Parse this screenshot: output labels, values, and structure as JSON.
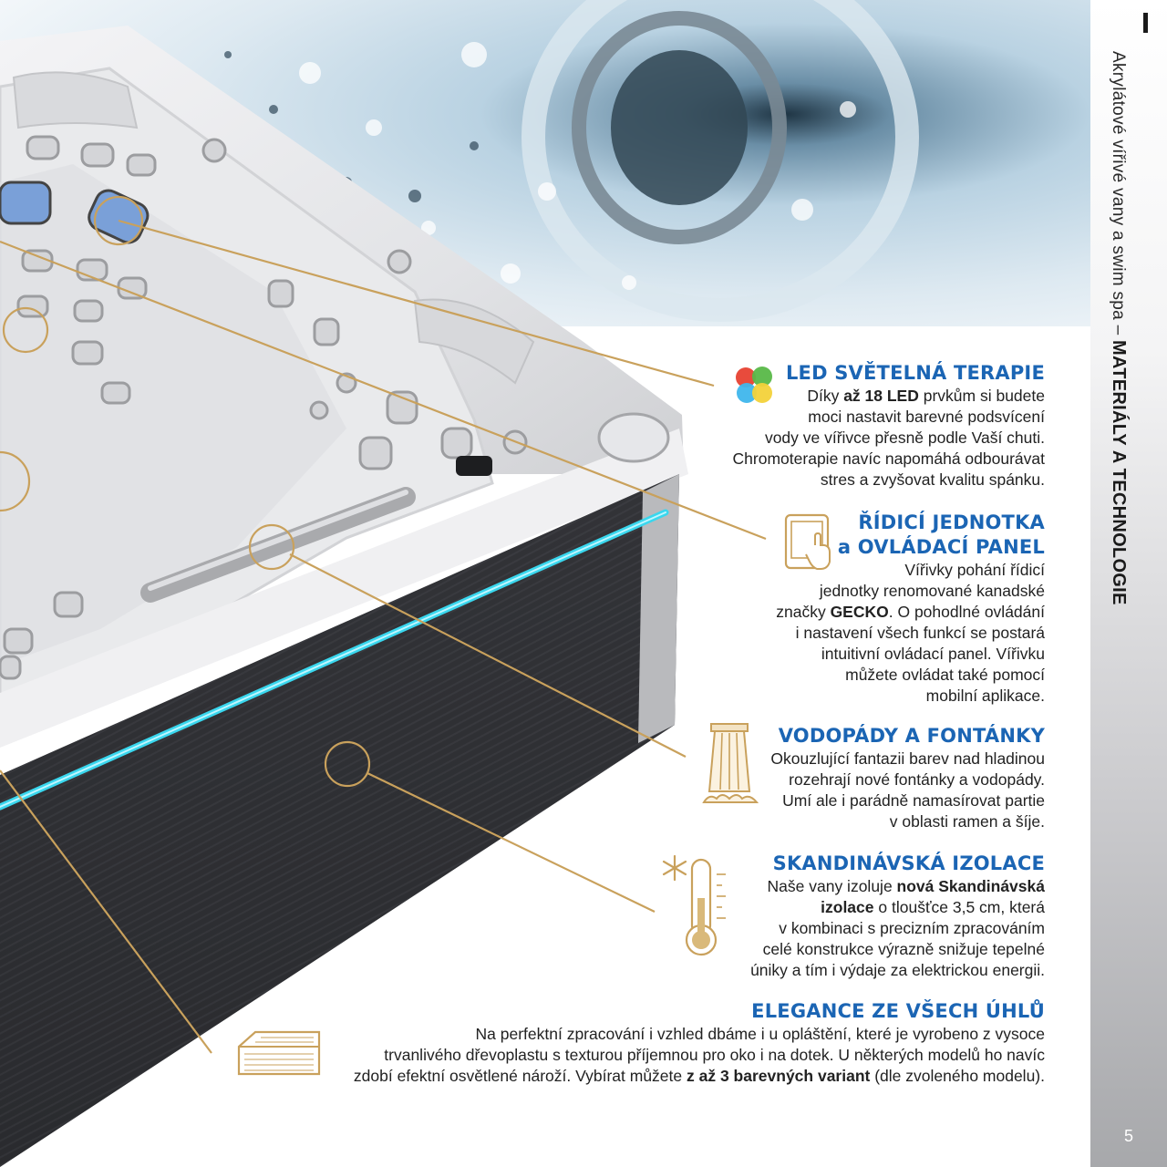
{
  "sidebar": {
    "title_prefix": "Akrylátové vířivé vany a swim spa – ",
    "title_bold": "MATERIÁLY A TECHNOLOGIE",
    "page_number": "5"
  },
  "features": [
    {
      "title": "LED SVĚTELNÁ TERAPIE",
      "icon": "color-circles-icon",
      "lines": [
        [
          {
            "t": "Díky "
          },
          {
            "t": "až 18 LED",
            "b": true
          },
          {
            "t": " prvkům si budete"
          }
        ],
        [
          {
            "t": "moci nastavit barevné podsvícení"
          }
        ],
        [
          {
            "t": "vody ve vířivce přesně podle Vaší chuti."
          }
        ],
        [
          {
            "t": "Chromoterapie navíc napomáhá odbourávat"
          }
        ],
        [
          {
            "t": "stres a zvyšovat kvalitu spánku."
          }
        ]
      ]
    },
    {
      "title_lines": [
        "ŘÍDICÍ JEDNOTKA",
        "a OVLÁDACÍ PANEL"
      ],
      "icon": "tablet-touch-icon",
      "lines": [
        [
          {
            "t": "Vířivky pohání řídicí"
          }
        ],
        [
          {
            "t": "jednotky renomované kanadské"
          }
        ],
        [
          {
            "t": "značky "
          },
          {
            "t": "GECKO",
            "b": true
          },
          {
            "t": ". O pohodlné ovládání"
          }
        ],
        [
          {
            "t": "i nastavení všech funkcí se postará"
          }
        ],
        [
          {
            "t": "intuitivní ovládací panel. Vířivku"
          }
        ],
        [
          {
            "t": "můžete ovládat také pomocí"
          }
        ],
        [
          {
            "t": "mobilní aplikace."
          }
        ]
      ]
    },
    {
      "title": "VODOPÁDY A FONTÁNKY",
      "icon": "waterfall-icon",
      "lines": [
        [
          {
            "t": "Okouzlující fantazii barev nad hladinou"
          }
        ],
        [
          {
            "t": "rozehrají nové fontánky a vodopády."
          }
        ],
        [
          {
            "t": "Umí ale i parádně namasírovat partie"
          }
        ],
        [
          {
            "t": "v oblasti ramen a šíje."
          }
        ]
      ]
    },
    {
      "title": "SKANDINÁVSKÁ IZOLACE",
      "icon": "thermometer-snowflake-icon",
      "lines": [
        [
          {
            "t": "Naše vany izoluje "
          },
          {
            "t": "nová Skandinávská",
            "b": true
          }
        ],
        [
          {
            "t": "izolace",
            "b": true
          },
          {
            "t": " o tloušťce 3,5 cm, která"
          }
        ],
        [
          {
            "t": "v kombinaci s precizním zpracováním"
          }
        ],
        [
          {
            "t": "celé konstrukce výrazně snižuje tepelné"
          }
        ],
        [
          {
            "t": "úniky a tím i výdaje za elektrickou energii."
          }
        ]
      ]
    },
    {
      "title": "ELEGANCE ZE VŠECH ÚHLŮ",
      "icon": "tub-outline-icon",
      "lines": [
        [
          {
            "t": "Na perfektní zpracování i vzhled dbáme i u opláštění, které je vyrobeno z vysoce"
          }
        ],
        [
          {
            "t": "trvanlivého dřevoplastu s texturou příjemnou pro oko i na dotek. U některých modelů ho navíc"
          }
        ],
        [
          {
            "t": "zdobí efektní osvětlené nároží. Vybírat můžete "
          },
          {
            "t": "z až 3 barevných variant",
            "b": true
          },
          {
            "t": " (dle zvoleného modelu)."
          }
        ]
      ]
    }
  ],
  "colors": {
    "title_blue": "#1b65b4",
    "gold": "#c9a15c",
    "led_cyan": "#39d7ee",
    "cabinet": "#2e2f33"
  }
}
